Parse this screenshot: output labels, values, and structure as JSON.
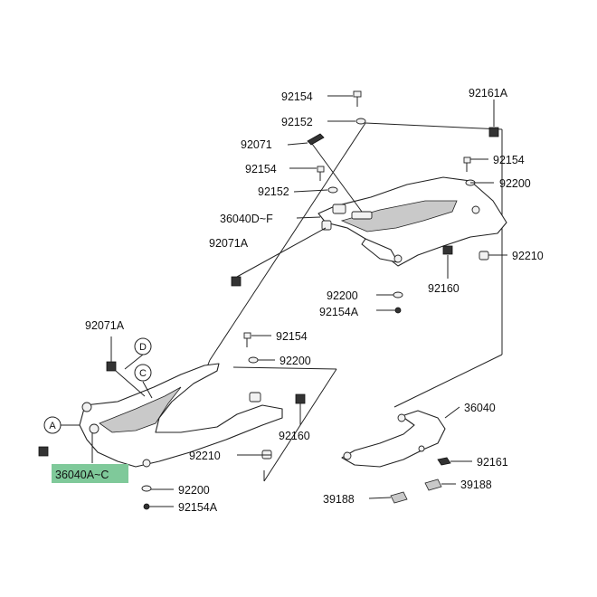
{
  "highlight_color": "#7fc99a",
  "labels": {
    "l92154_top": "92154",
    "l92161A_top": "92161A",
    "l92152_top": "92152",
    "l92071": "92071",
    "l92154_mid": "92154",
    "l92154_right": "92154",
    "l92152_mid": "92152",
    "l92200_right": "92200",
    "l36040DF": "36040D~F",
    "l92071A_upper": "92071A",
    "l92210_right": "92210",
    "l92200_center": "92200",
    "l92160_right": "92160",
    "l92154A_center": "92154A",
    "l92071A_left": "92071A",
    "l92154_lower": "92154",
    "l92200_lower": "92200",
    "l92160_lower": "92160",
    "l36040": "36040",
    "l92210_lower": "92210",
    "l92161_lower": "92161",
    "l36040AC": "36040A~C",
    "l92200_bottom": "92200",
    "l39188_right": "39188",
    "l39188_left": "39188",
    "l92154A_bottom": "92154A"
  },
  "markers": {
    "A": "A",
    "C": "C",
    "D": "D"
  }
}
